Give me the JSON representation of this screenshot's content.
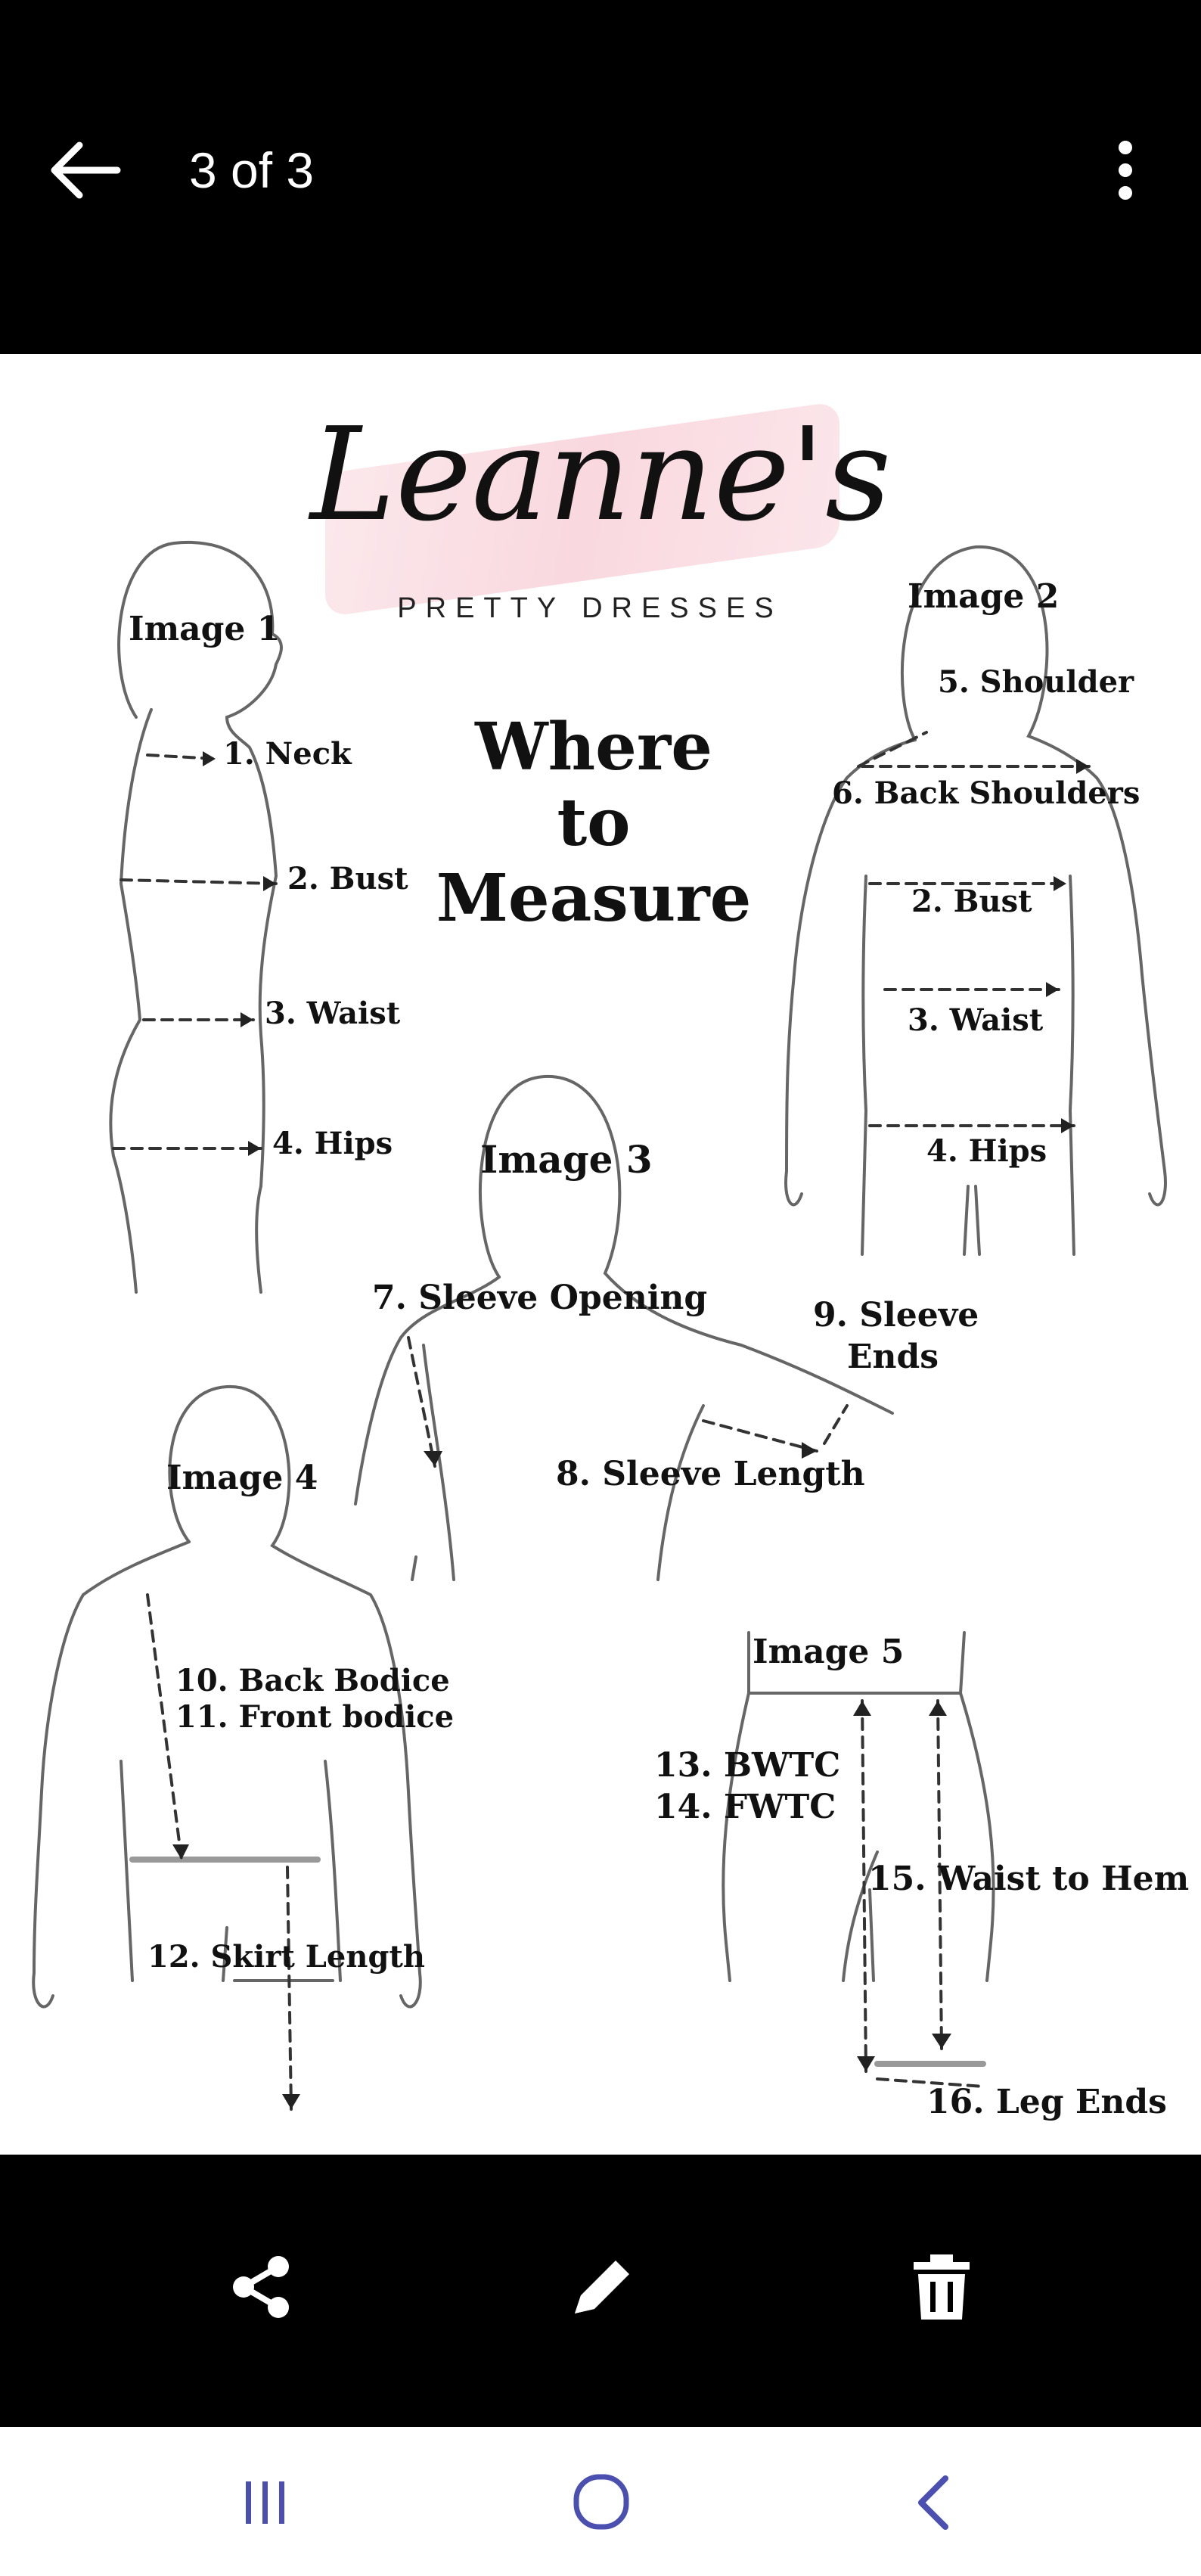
{
  "header": {
    "counter": "3 of 3",
    "back_icon": "arrow-left-icon",
    "more_icon": "more-vertical-icon"
  },
  "image": {
    "logo_name": "Leanne's",
    "logo_sub": "PRETTY DRESSES",
    "heading_lines": [
      "Where",
      "to",
      "Measure"
    ],
    "figures": [
      "Image 1",
      "Image 2",
      "Image 3",
      "Image 4",
      "Image 5"
    ],
    "labels": {
      "neck": "1. Neck",
      "bust1": "2. Bust",
      "waist1": "3. Waist",
      "hips1": "4. Hips",
      "shoulder": "5. Shoulder",
      "back_shoulders": "6. Back Shoulders",
      "bust2": "2. Bust",
      "waist2": "3. Waist",
      "hips2": "4. Hips",
      "sleeve_opening": "7. Sleeve Opening",
      "sleeve_ends_1": "9. Sleeve",
      "sleeve_ends_2": "Ends",
      "sleeve_length": "8. Sleeve Length",
      "back_bodice": "10. Back Bodice",
      "front_bodice": "11. Front bodice",
      "skirt_length": "12. Skirt Length",
      "bwtc": "13. BWTC",
      "fwtc": "14. FWTC",
      "waist_to_hem": "15. Waist to Hem",
      "leg_ends": "16. Leg Ends"
    },
    "colors": {
      "brush": "#f8d4db",
      "line": "#555555"
    }
  },
  "actions": {
    "share_icon": "share-icon",
    "edit_icon": "pencil-icon",
    "delete_icon": "trash-icon"
  },
  "navigation": {
    "recents_icon": "recents-icon",
    "home_icon": "home-icon",
    "back_icon": "chevron-left-icon"
  }
}
